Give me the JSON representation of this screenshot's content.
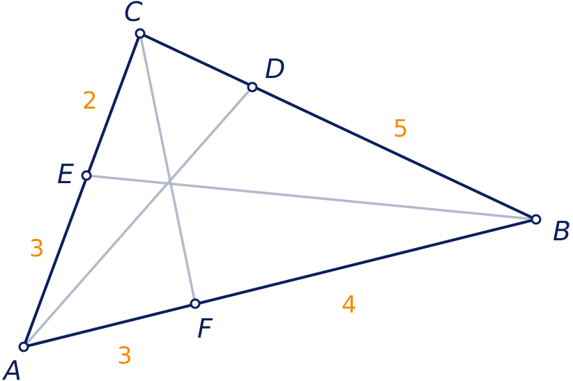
{
  "colors": {
    "triangle": "#0a1f5c",
    "cevian": "#b3b8cc",
    "vertex_fill": "#ffffff",
    "vertex_label": "#0a1f5c",
    "length_label": "#f28c00",
    "background": "#ffffff"
  },
  "points": {
    "A": "A",
    "B": "B",
    "C": "C",
    "D": "D",
    "E": "E",
    "F": "F"
  },
  "segment_lengths": {
    "CE": "2",
    "EA": "3",
    "AF": "3",
    "FB": "4",
    "CD": "",
    "DB": "5"
  },
  "triangle": [
    "A",
    "B",
    "C"
  ],
  "cevians": [
    [
      "A",
      "D"
    ],
    [
      "B",
      "E"
    ],
    [
      "C",
      "F"
    ]
  ]
}
